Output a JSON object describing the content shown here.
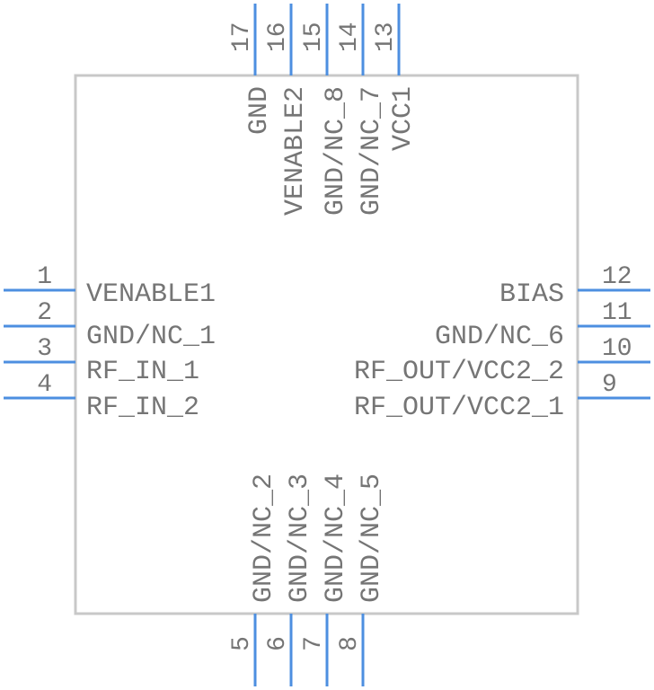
{
  "colors": {
    "pin": "#4d8fe0",
    "body_stroke": "#c8c8c8",
    "text": "#757575",
    "background": "#ffffff"
  },
  "pins": {
    "left": [
      {
        "number": "1",
        "name": "VENABLE1"
      },
      {
        "number": "2",
        "name": "GND/NC_1"
      },
      {
        "number": "3",
        "name": "RF_IN_1"
      },
      {
        "number": "4",
        "name": "RF_IN_2"
      }
    ],
    "right": [
      {
        "number": "12",
        "name": "BIAS"
      },
      {
        "number": "11",
        "name": "GND/NC_6"
      },
      {
        "number": "10",
        "name": "RF_OUT/VCC2_2"
      },
      {
        "number": "9",
        "name": "RF_OUT/VCC2_1"
      }
    ],
    "top": [
      {
        "number": "17",
        "name": "GND"
      },
      {
        "number": "16",
        "name": "VENABLE2"
      },
      {
        "number": "15",
        "name": "GND/NC_8"
      },
      {
        "number": "14",
        "name": "GND/NC_7"
      },
      {
        "number": "13",
        "name": "VCC1"
      }
    ],
    "bottom": [
      {
        "number": "5",
        "name": "GND/NC_2"
      },
      {
        "number": "6",
        "name": "GND/NC_3"
      },
      {
        "number": "7",
        "name": "GND/NC_4"
      },
      {
        "number": "8",
        "name": "GND/NC_5"
      }
    ]
  }
}
